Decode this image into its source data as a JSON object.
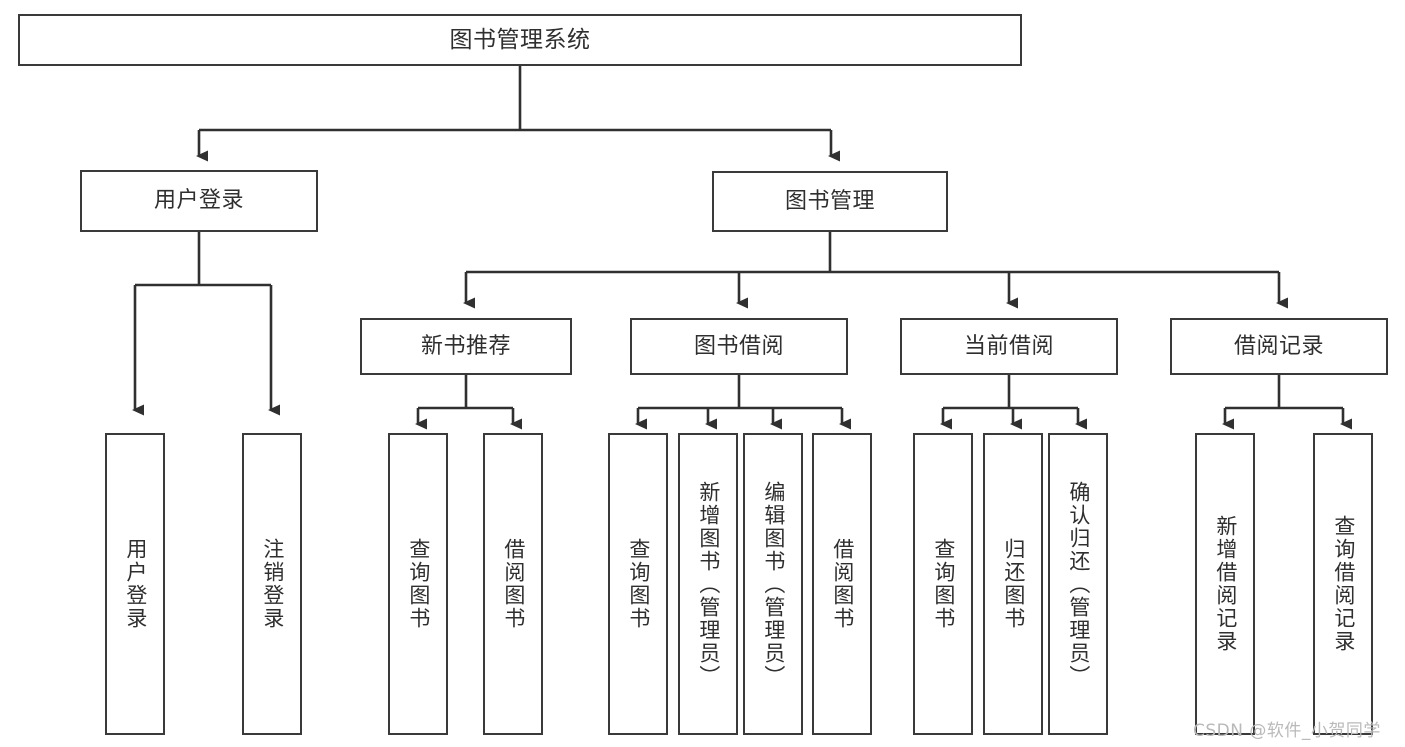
{
  "diagram": {
    "type": "tree",
    "title": "图书管理系统",
    "root": {
      "label": "图书管理系统"
    },
    "level2": [
      {
        "id": "user-login",
        "label": "用户登录"
      },
      {
        "id": "book-management",
        "label": "图书管理"
      }
    ],
    "level3": [
      {
        "id": "new-book-recommend",
        "label": "新书推荐"
      },
      {
        "id": "book-borrow",
        "label": "图书借阅"
      },
      {
        "id": "current-borrow",
        "label": "当前借阅"
      },
      {
        "id": "borrow-record",
        "label": "借阅记录"
      }
    ],
    "leaves": {
      "user_login": [
        {
          "id": "leaf-user-login",
          "label": "用户登录"
        },
        {
          "id": "leaf-logout",
          "label": "注销登录"
        }
      ],
      "new_book_recommend": [
        {
          "id": "leaf-query-book-1",
          "label": "查询图书"
        },
        {
          "id": "leaf-borrow-book-1",
          "label": "借阅图书"
        }
      ],
      "book_borrow": [
        {
          "id": "leaf-query-book-2",
          "label": "查询图书"
        },
        {
          "id": "leaf-add-book",
          "label": "新增图书（管理员）"
        },
        {
          "id": "leaf-edit-book",
          "label": "编辑图书（管理员）"
        },
        {
          "id": "leaf-borrow-book-2",
          "label": "借阅图书"
        }
      ],
      "current_borrow": [
        {
          "id": "leaf-query-book-3",
          "label": "查询图书"
        },
        {
          "id": "leaf-return-book",
          "label": "归还图书"
        },
        {
          "id": "leaf-confirm-return",
          "label": "确认归还（管理员）"
        }
      ],
      "borrow_record": [
        {
          "id": "leaf-add-record",
          "label": "新增借阅记录"
        },
        {
          "id": "leaf-query-record",
          "label": "查询借阅记录"
        }
      ]
    },
    "colors": {
      "border": "#3a3a3a",
      "text": "#2f2f2f",
      "background": "#ffffff",
      "connector": "#303030",
      "watermark": "#b9b9b9"
    }
  },
  "watermark": {
    "text": "CSDN @软件_小贺同学"
  }
}
